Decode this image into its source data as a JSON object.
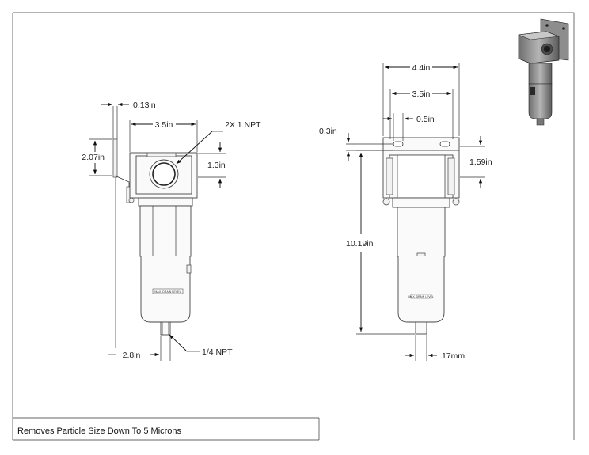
{
  "front_view": {
    "dims": {
      "bracket_thickness": "0.13in",
      "body_width": "3.5in",
      "port_size": "2X 1 NPT",
      "bracket_height": "2.07in",
      "port_height": "1.3in",
      "overall_width": "2.8in",
      "drain_port": "1/4 NPT"
    },
    "bowl_label": "MAX. DRAIN LEVEL"
  },
  "side_view": {
    "dims": {
      "bracket_width": "4.4in",
      "hole_spacing": "3.5in",
      "slot_width": "0.5in",
      "slot_offset": "0.3in",
      "slot_height": "1.59in",
      "overall_height": "10.19in",
      "drain_size": "17mm"
    },
    "bowl_label": "MAX. DRAIN LEVEL"
  },
  "footer": {
    "description": "Removes Particle Size Down To 5 Microns"
  },
  "colors": {
    "line": "#111111",
    "part_fill": "#fafafa",
    "iso_body": "#9a9a9a"
  }
}
